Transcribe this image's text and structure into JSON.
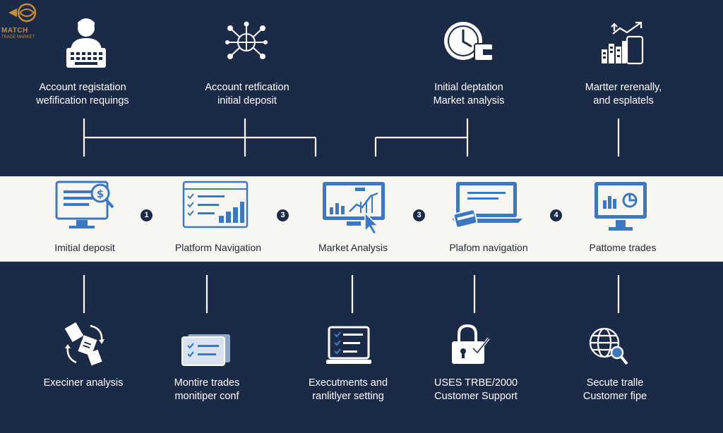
{
  "logo": {
    "word": "MATCH",
    "sub": "TRADE MARKET"
  },
  "top_steps": [
    {
      "icon": "user-laptop-icon",
      "line1": "Account registation",
      "line2": "wefification requings"
    },
    {
      "icon": "network-globe-icon",
      "line1": "Account retfication",
      "line2": "initial deposit"
    },
    {
      "icon": "clock-wallet-icon",
      "line1": "Initial deptation",
      "line2": "Market analysis"
    },
    {
      "icon": "growth-chart-icon",
      "line1": "Martter rerenally,",
      "line2": "and esplatels"
    }
  ],
  "middle_steps": [
    {
      "icon": "monitor-dollar-icon",
      "label": "Imitial deposit"
    },
    {
      "icon": "checklist-chart-icon",
      "label": "Platform Navigation"
    },
    {
      "icon": "analysis-cursor-icon",
      "label": "Market Analysis"
    },
    {
      "icon": "laptop-card-icon",
      "label": "Plafom navigation"
    },
    {
      "icon": "monitor-charts-icon",
      "label": "Pattome trades"
    }
  ],
  "step_numbers": [
    "1",
    "3",
    "3",
    "4"
  ],
  "bottom_steps": [
    {
      "icon": "documents-cycle-icon",
      "line1": "Execiner analysis",
      "line2": ""
    },
    {
      "icon": "checklist-window-icon",
      "line1": "Montire trades",
      "line2": "monitiper conf"
    },
    {
      "icon": "checklist-laptop-icon",
      "line1": "Executments and",
      "line2": "ranlitlyer setting"
    },
    {
      "icon": "lock-check-icon",
      "line1": "USES TRBE/2000",
      "line2": "Customer Support"
    },
    {
      "icon": "globe-search-icon",
      "line1": "Secute tralle",
      "line2": "Customer fipe"
    }
  ],
  "colors": {
    "background": "#1b2a47",
    "band": "#f7f6f3",
    "accent": "#3a78c2",
    "line": "#ffffff"
  }
}
